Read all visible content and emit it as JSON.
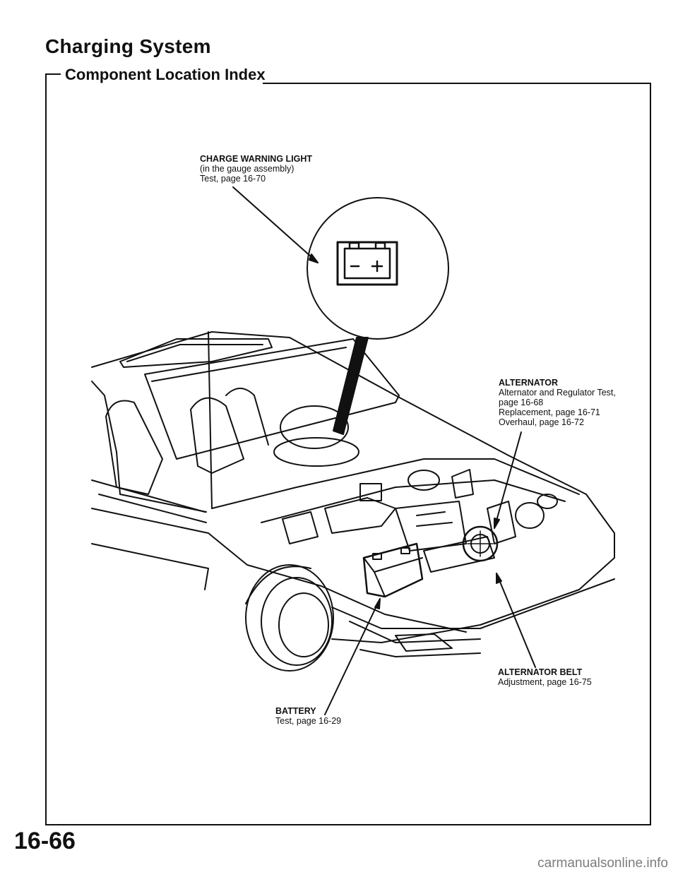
{
  "header": {
    "title": "Charging System",
    "subtitle": "Component Location Index"
  },
  "callouts": {
    "warning_light": {
      "name": "CHARGE WARNING LIGHT",
      "lines": [
        "(in the gauge assembly)",
        "Test, page 16-70"
      ]
    },
    "alternator": {
      "name": "ALTERNATOR",
      "lines": [
        "Alternator and Regulator Test,",
        "page 16-68",
        "Replacement, page 16-71",
        "Overhaul, page 16-72"
      ]
    },
    "alternator_belt": {
      "name": "ALTERNATOR BELT",
      "lines": [
        "Adjustment, page 16-75"
      ]
    },
    "battery": {
      "name": "BATTERY",
      "lines": [
        "Test, page 16-29"
      ]
    }
  },
  "icons": {
    "battery_symbol": "battery-warning-icon",
    "battery_symbol_text": "– +"
  },
  "footer": {
    "page_number": "16-66",
    "watermark": "carmanualsonline.info"
  }
}
